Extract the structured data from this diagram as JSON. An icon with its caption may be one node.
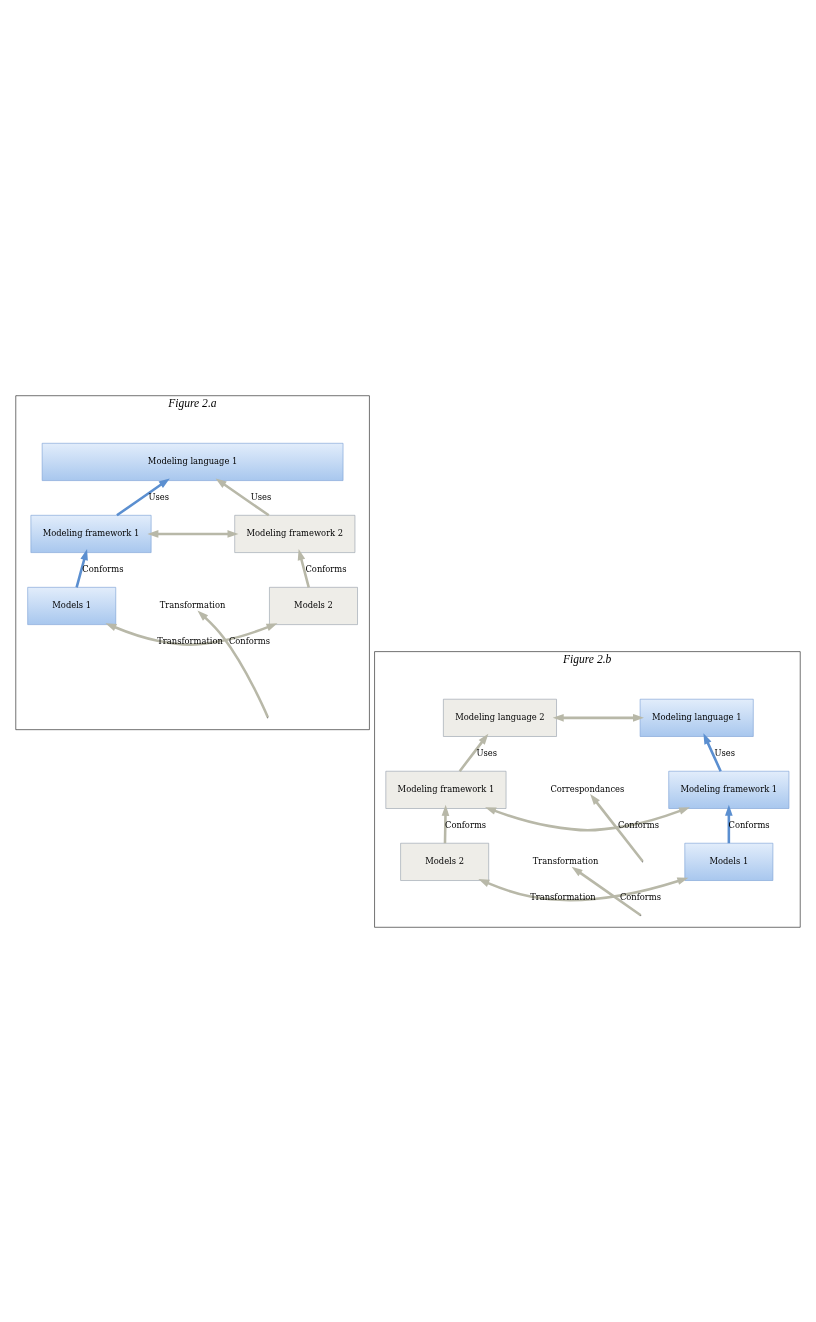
{
  "diagram": {
    "nodes": [
      {
        "text": [
          "Figure 2.a"
        ]
      },
      {
        "text": [
          "Modeling language 1"
        ],
        "in": 0
      },
      {
        "text": [
          "Modeling framework 1"
        ],
        "in": 0
      },
      {
        "text": [
          "Modeling framework 2"
        ],
        "in": 0
      },
      {
        "text": [
          "Transformation"
        ],
        "in": 0
      },
      {
        "text": [
          "Models 1"
        ],
        "in": 0
      },
      {
        "text": [
          "Models 2"
        ],
        "in": 0
      },
      {
        "text": [
          "Figure 2.b"
        ]
      },
      {
        "text": [
          "Modeling language 1"
        ],
        "in": 7
      },
      {
        "text": [
          "Modeling language 2"
        ],
        "in": 7
      },
      {
        "text": [
          "Correspondances"
        ],
        "in": 7
      },
      {
        "text": [
          "Modeling framework 1"
        ],
        "in": 7
      },
      {
        "text": [
          "Modeling framework 1"
        ],
        "in": 7
      },
      {
        "text": [
          "Transformation"
        ],
        "in": 7
      },
      {
        "text": [
          "Models 1"
        ],
        "in": 7
      },
      {
        "text": [
          "Models 2"
        ],
        "in": 7
      }
    ],
    "edges": [
      {
        "from": 2,
        "to": 1,
        "arrow": "to",
        "label": "Uses",
        "color": "#5b8fd0"
      },
      {
        "from": 3,
        "to": 1,
        "arrow": "to",
        "label": "Uses"
      },
      {
        "from": 2,
        "to": 3,
        "arrow": "both"
      },
      {
        "from": 5,
        "to": 2,
        "arrow": "to",
        "label": "Conforms",
        "color": "#5b8fd0"
      },
      {
        "from": null,
        "to": 4,
        "arrow": "to",
        "label": "Conforms"
      },
      {
        "from": 6,
        "to": 3,
        "arrow": "to",
        "label": "Conforms"
      },
      {
        "from": 5,
        "to": 6,
        "arrow": "both",
        "label": "Transformation"
      },
      {
        "from": 8,
        "to": 9,
        "arrow": "both"
      },
      {
        "from": 11,
        "to": 8,
        "arrow": "to",
        "label": "Uses",
        "color": "#5b8fd0"
      },
      {
        "from": null,
        "to": 10,
        "arrow": "to",
        "label": "Conforms"
      },
      {
        "from": 12,
        "to": 9,
        "arrow": "to",
        "label": "Uses"
      },
      {
        "from": 11,
        "to": 12,
        "arrow": "both"
      },
      {
        "from": 14,
        "to": 11,
        "arrow": "to",
        "label": "Conforms",
        "color": "#5b8fd0"
      },
      {
        "from": null,
        "to": 13,
        "arrow": "to",
        "label": "Conforms"
      },
      {
        "from": 15,
        "to": 12,
        "arrow": "to",
        "label": "Conforms"
      },
      {
        "from": 14,
        "to": 15,
        "arrow": "both",
        "label": "Transformation"
      }
    ]
  }
}
